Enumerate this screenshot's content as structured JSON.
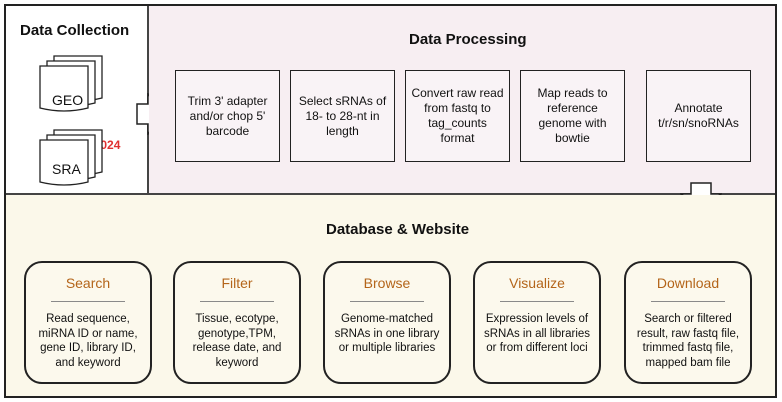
{
  "collection": {
    "title": "Data Collection",
    "source_a": "GEO",
    "source_b": "SRA",
    "plus": "+",
    "count": "= 2,024"
  },
  "processing": {
    "title": "Data Processing",
    "steps": [
      "Trim 3' adapter and/or chop 5' barcode",
      "Select sRNAs of 18- to 28-nt in length",
      "Convert raw read from fastq to tag_counts format",
      "Map reads to reference genome with bowtie",
      "Annotate t/r/sn/snoRNAs"
    ]
  },
  "database": {
    "title": "Database & Website",
    "features": [
      {
        "heading": "Search",
        "body": "Read sequence, miRNA ID or name, gene ID, library ID, and keyword"
      },
      {
        "heading": "Filter",
        "body": "Tissue, ecotype, genotype,TPM, release date, and keyword"
      },
      {
        "heading": "Browse",
        "body": "Genome-matched sRNAs in one library or multiple libraries"
      },
      {
        "heading": "Visualize",
        "body": "Expression levels of sRNAs in all libraries or from different loci"
      },
      {
        "heading": "Download",
        "body": "Search or filtered result, raw fastq file, trimmed fastq file, mapped bam file"
      }
    ]
  },
  "colors": {
    "feature_heading": "#b4651a",
    "count_text": "#e03030",
    "processing_bg": "#f7eef2",
    "database_bg": "#fbf8ea"
  }
}
